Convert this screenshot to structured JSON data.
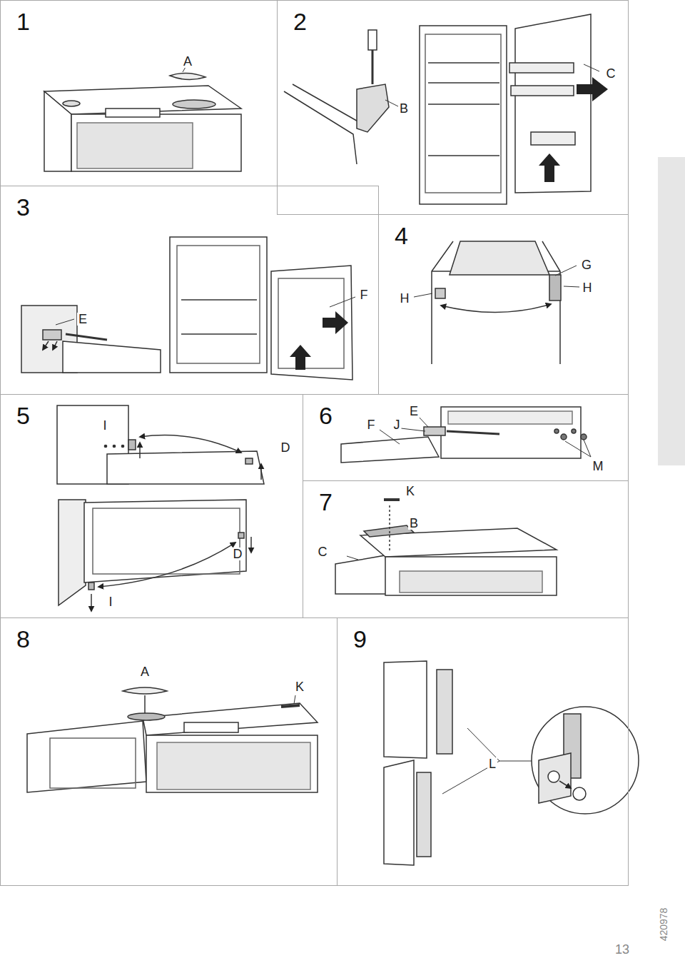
{
  "diagram": {
    "nodes": [
      {
        "text": [
          "1"
        ]
      },
      {
        "text": [
          "2"
        ]
      },
      {
        "text": [
          "3"
        ]
      },
      {
        "text": [
          "4"
        ]
      },
      {
        "text": [
          "5"
        ]
      },
      {
        "text": [
          "6"
        ]
      },
      {
        "text": [
          "7"
        ]
      },
      {
        "text": [
          "8"
        ]
      },
      {
        "text": [
          "9"
        ]
      }
    ],
    "labels": [
      "A",
      "B",
      "C",
      "E",
      "F",
      "G",
      "H",
      "H",
      "I",
      "D",
      "D",
      "I",
      "F",
      "J",
      "E",
      "M",
      "K",
      "B",
      "C",
      "A",
      "K",
      "L",
      "13",
      "420978"
    ]
  }
}
